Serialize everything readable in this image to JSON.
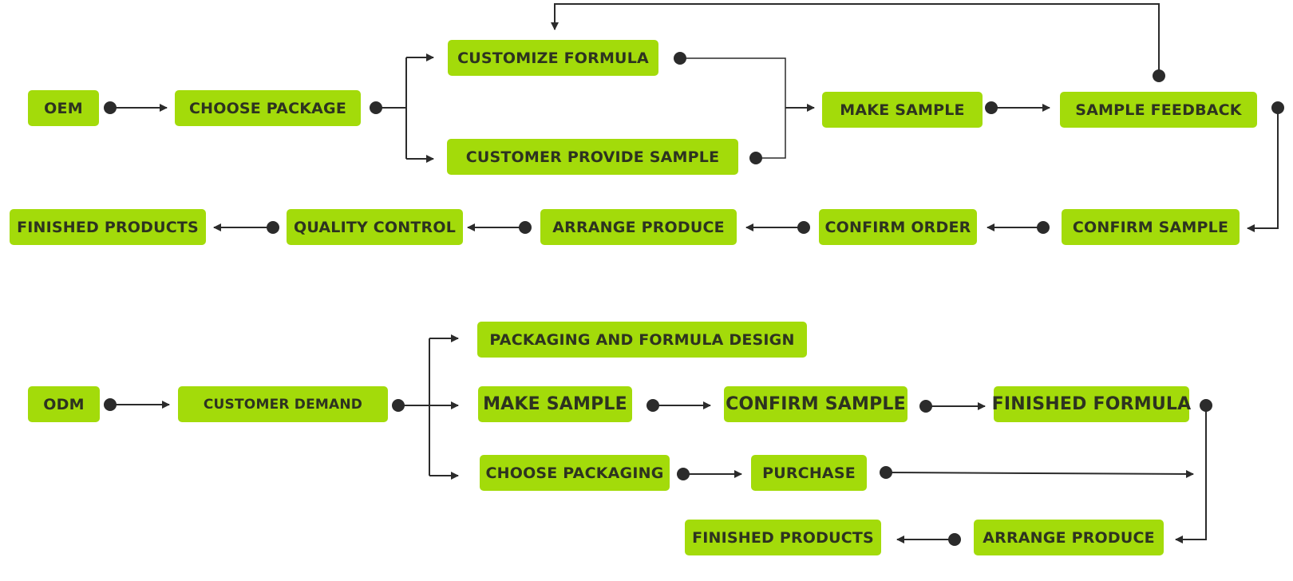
{
  "colors": {
    "node_fill": "#a3db0a",
    "node_text": "#2d3320",
    "connector": "#2b2b2b",
    "background": "#ffffff"
  },
  "oem": {
    "start": "OEM",
    "choose_package": "CHOOSE PACKAGE",
    "customize_formula": "CUSTOMIZE FORMULA",
    "customer_provide_sample": "CUSTOMER PROVIDE SAMPLE",
    "make_sample": "MAKE SAMPLE",
    "sample_feedback": "SAMPLE FEEDBACK",
    "confirm_sample": "CONFIRM SAMPLE",
    "confirm_order": "CONFIRM ORDER",
    "arrange_produce": "ARRANGE PRODUCE",
    "quality_control": "QUALITY CONTROL",
    "finished_products": "FINISHED PRODUCTS"
  },
  "odm": {
    "start": "ODM",
    "customer_demand": "CUSTOMER DEMAND",
    "packaging_and_formula_design": "PACKAGING AND FORMULA DESIGN",
    "make_sample": "MAKE SAMPLE",
    "confirm_sample": "CONFIRM SAMPLE",
    "finished_formula": "FINISHED FORMULA",
    "choose_packaging": "CHOOSE PACKAGING",
    "purchase": "PURCHASE",
    "arrange_produce": "ARRANGE PRODUCE",
    "finished_products": "FINISHED PRODUCTS"
  }
}
